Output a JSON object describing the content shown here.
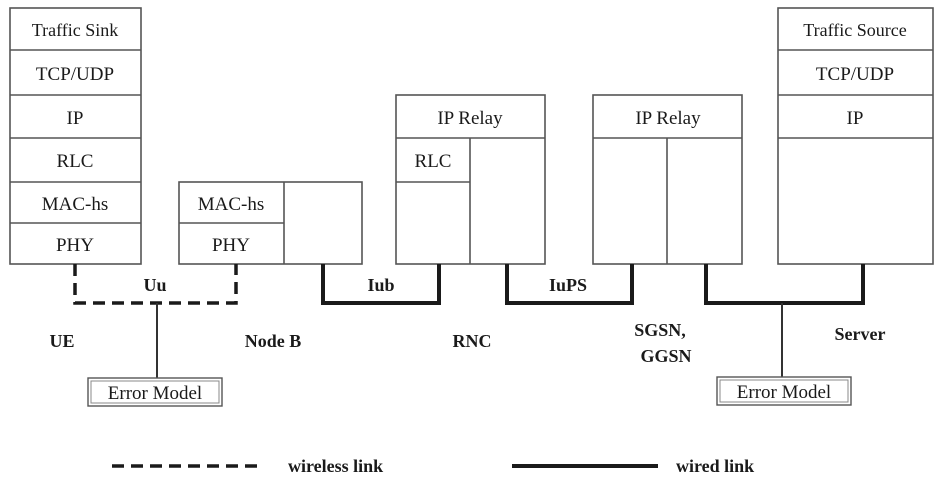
{
  "stacks": {
    "ue": [
      "Traffic Sink",
      "TCP/UDP",
      "IP",
      "RLC",
      "MAC-hs",
      "PHY"
    ],
    "nodeb": [
      "MAC-hs",
      "PHY"
    ],
    "rnc": [
      "IP Relay",
      "RLC"
    ],
    "sgsn": [
      "IP Relay"
    ],
    "server": [
      "Traffic Source",
      "TCP/UDP",
      "IP"
    ]
  },
  "links": {
    "uu": "Uu",
    "iub": "Iub",
    "iups": "IuPS"
  },
  "nodes": {
    "ue": "UE",
    "nodeb": "Node B",
    "rnc": "RNC",
    "sgsn_line1": "SGSN,",
    "sgsn_line2": "GGSN",
    "server": "Server"
  },
  "error_model": "Error Model",
  "legend": {
    "wireless": "wireless link",
    "wired": "wired link"
  }
}
